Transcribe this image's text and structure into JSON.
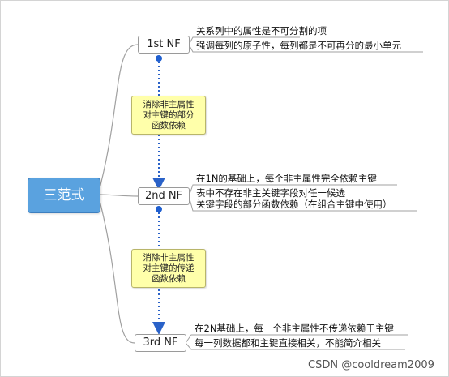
{
  "root": {
    "label": "三范式"
  },
  "forms": [
    {
      "label": "1st NF",
      "descriptions": [
        "关系列中的属性是不可分割的项",
        "强调每列的原子性，每列都是不可再分的最小单元"
      ]
    },
    {
      "label": "2nd NF",
      "descriptions": [
        "在1N的基础上，每个非主属性完全依赖主键",
        "表中不存在非主关键字段对任一候选",
        "关键字段的部分函数依赖（在组合主键中使用）"
      ]
    },
    {
      "label": "3rd NF",
      "descriptions": [
        "在2N基础上，每一个非主属性不传递依赖于主键",
        "每一列数据都和主键直接相关，不能简介相关"
      ]
    }
  ],
  "notes": [
    {
      "lines": [
        "消除非主属性",
        "对主键的部分",
        "函数依赖"
      ]
    },
    {
      "lines": [
        "消除非主属性",
        "对主键的传递",
        "函数依赖"
      ]
    }
  ],
  "watermark": "CSDN @cooldream2009",
  "colors": {
    "root_fill": "#5aa2df",
    "connector": "#a0a0a0",
    "dotted_arrow": "#2a62c8",
    "note_fill": "#ffffaa"
  }
}
